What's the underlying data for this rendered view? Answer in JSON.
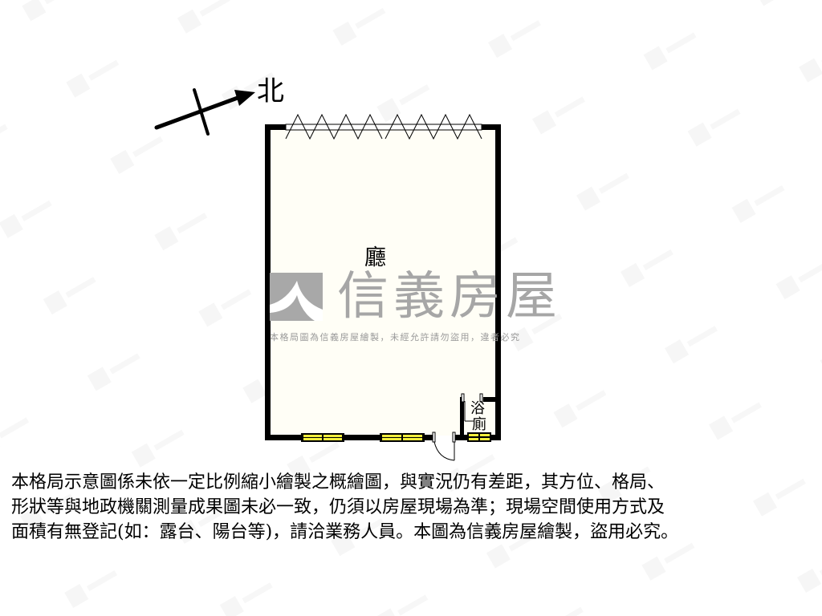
{
  "compass": {
    "label": "北",
    "icon": "north-arrow-icon"
  },
  "floorplan": {
    "rooms": [
      {
        "name": "living-room",
        "label": "廳"
      },
      {
        "name": "bathroom",
        "label_line1": "浴",
        "label_line2": "廁"
      }
    ],
    "wall_color": "#000000",
    "window_fill_color": "#f2ee3c",
    "interior_tint": "#fffef6"
  },
  "watermark": {
    "brand_name": "信義房屋",
    "brand_subtext": "本格局圖為信義房屋繪製，未經允許請勿盜用，違者必究",
    "logo_icon": "sinyi-logo-icon",
    "color": "#a6a6a6"
  },
  "disclaimer": {
    "lines": [
      "本格局示意圖係未依一定比例縮小繪製之概繪圖，與實況仍有差距，其方位、格局、",
      "形狀等與地政機關測量成果圖未必一致，仍須以房屋現場為準；現場空間使用方式及",
      "面積有無登記(如：露台、陽台等)，請洽業務人員。本圖為信義房屋繪製，盜用必究。"
    ]
  }
}
